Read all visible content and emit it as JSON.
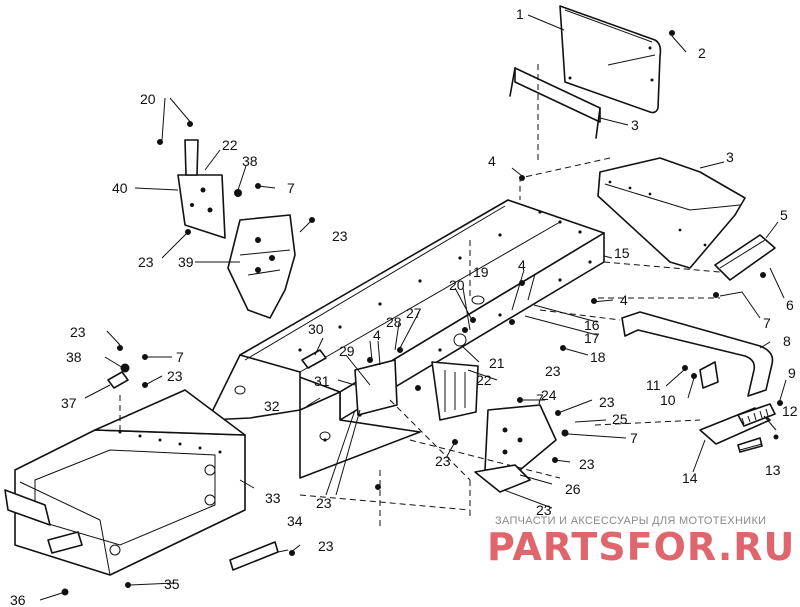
{
  "diagram": {
    "callouts": [
      "1",
      "2",
      "3",
      "3",
      "4",
      "4",
      "4",
      "4",
      "5",
      "6",
      "7",
      "7",
      "7",
      "7",
      "7",
      "8",
      "9",
      "10",
      "11",
      "12",
      "13",
      "14",
      "15",
      "16",
      "17",
      "18",
      "19",
      "20",
      "20",
      "21",
      "22",
      "22",
      "23",
      "23",
      "23",
      "23",
      "23",
      "23",
      "23",
      "23",
      "23",
      "23",
      "23",
      "24",
      "25",
      "26",
      "27",
      "28",
      "29",
      "30",
      "31",
      "32",
      "33",
      "34",
      "35",
      "36",
      "37",
      "38",
      "38",
      "39",
      "40"
    ]
  },
  "watermark": {
    "subtitle": "ЗАПЧАСТИ И АКСЕССУАРЫ ДЛЯ МОТОТЕХНИКИ",
    "brand": "PARTSFOR.RU",
    "color": "#e0666e"
  }
}
